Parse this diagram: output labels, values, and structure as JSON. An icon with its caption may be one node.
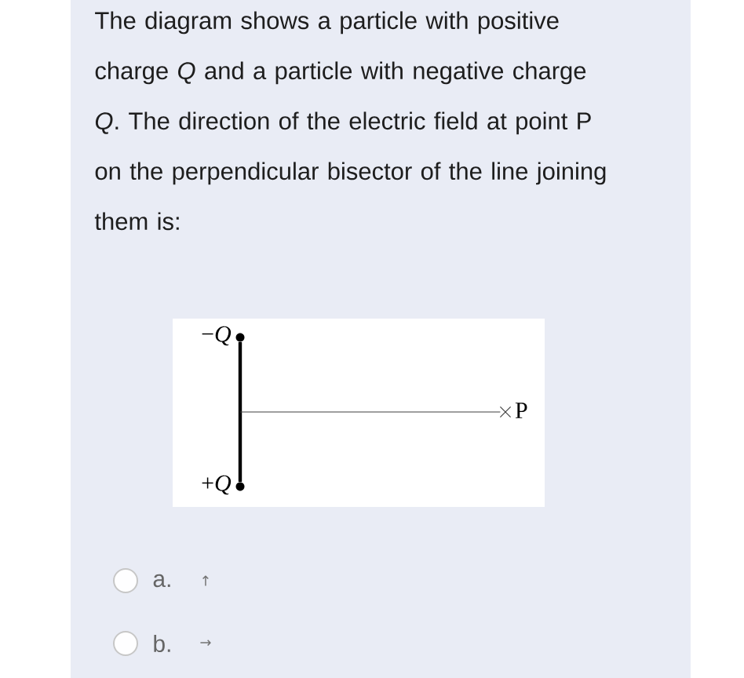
{
  "diagram": {
    "title": "The diagram shows a particle with positive charge *Q* and a particle with negative charge *Q*. The direction of the electric field at point P on the perpendicular bisector of the line joining them is:",
    "nodes": [
      {
        "text": [],
        "shape": "circle",
        "beside": [
          "−*Q*"
        ]
      },
      {
        "text": [],
        "shape": "circle",
        "beside": [
          "+*Q*"
        ]
      },
      {
        "text": [],
        "shape": "cross",
        "beside": [
          "P"
        ]
      }
    ],
    "edges": [
      {
        "from": 0,
        "to": 1,
        "arrow": "none",
        "style": "thick"
      },
      {
        "from": null,
        "to": 2,
        "arrow": "none"
      }
    ],
    "labels": [
      "a.",
      "↑",
      "b.",
      "→"
    ]
  }
}
